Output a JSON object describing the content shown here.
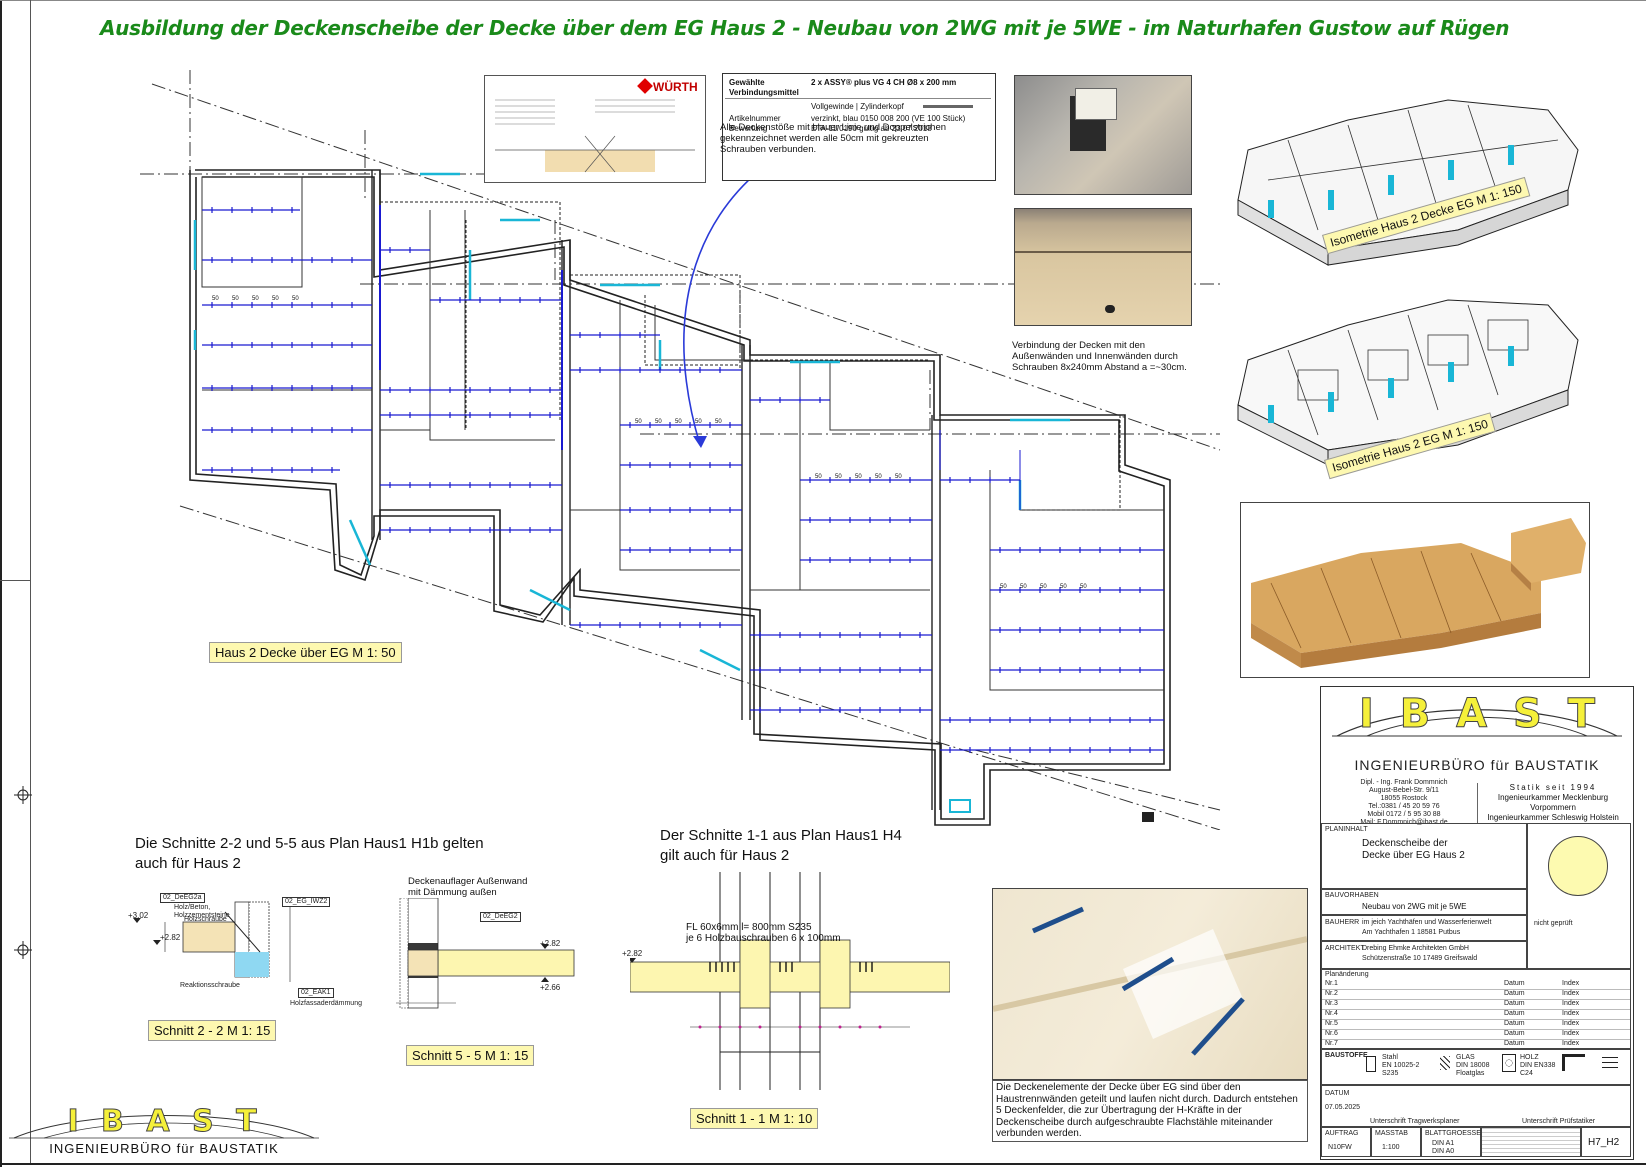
{
  "title": "Ausbildung der Deckenscheibe der Decke über dem EG Haus 2 - Neubau von 2WG mit je 5WE - im Naturhafen Gustow auf Rügen",
  "plan_label": "Haus 2 Decke über EG M 1: 50",
  "dimension_marks": [
    "50",
    "50",
    "50",
    "50",
    "50"
  ],
  "wuerth": {
    "brand": "WÜRTH",
    "callout_header_left": "Gewählte Verbindungsmittel",
    "callout_header_right": "2 x ASSY® plus VG 4 CH Ø8 x 200 mm",
    "callout_row1_left": "",
    "callout_row1_right": "Vollgewinde | Zylinderkopf",
    "callout_row2_left": "Artikelnummer",
    "callout_row2_right": "verzinkt, blau 0150 008 200 (VE 100 Stück)",
    "callout_row3_left": "Bewertung",
    "callout_row3_right": "ETA-11/0190 gültig ab 23.07.2018",
    "note": "Alle Deckenstöße mit blauer Linie und Doppelstrichen gekennzeichnet werden alle 50cm mit gekreuzten Schrauben verbunden."
  },
  "connection_note": "Verbindung der Decken mit den Außenwänden und Innenwänden durch Schrauben 8x240mm Abstand a =~30cm.",
  "iso1_label": "Isometrie Haus 2 Decke EG M 1: 150",
  "iso2_label": "Isometrie Haus 2 EG M 1: 150",
  "sections_note_left": "Die Schnitte 2-2 und 5-5 aus Plan Haus1 H1b gelten auch für Haus 2",
  "sections_note_right": "Der Schnitte 1-1 aus Plan Haus1 H4 gilt auch für Haus 2",
  "s22": {
    "label": "Schnitt 2 - 2  M 1: 15",
    "tag1": "02_DeEG2a",
    "tag2": "02_EG_IWZ2",
    "tag3": "02_EAK1",
    "lev1": "+3.02",
    "lev2": "+2.82",
    "txt1": "Holz/Beton, Holzzementsteine",
    "txt2": "Holzschraube",
    "txt3": "Reaktionsschraube",
    "txt4": "Holzfassaderdämmung"
  },
  "s55": {
    "label": "Schnitt 5 - 5  M 1: 15",
    "caption": "Deckenauflager Außenwand mit Dämmung außen",
    "tag": "02_DeEG2",
    "lev1": "+2.82",
    "lev2": "+2.66"
  },
  "s11": {
    "label": "Schnitt 1 - 1  M 1: 10",
    "note1": "FL 60x6mm l= 800mm S235",
    "note2": "je 6 Holzbauschrauben 6 x 100mm",
    "lev": "+2.82"
  },
  "bottom_note": "Die Deckenelemente der Decke über EG sind über den Haustrennwänden geteilt und laufen nicht durch. Dadurch entstehen 5 Deckenfelder, die zur Übertragung der H-Kräfte in der Deckenscheibe durch aufgeschraubte Flachstähle miteinander verbunden werden.",
  "logo": {
    "letters": "I B A S T",
    "subtitle": "INGENIEURBÜRO für BAUSTATIK"
  },
  "titleblock": {
    "engineer_lines": [
      "Dipl. - Ing. Frank Dommnich",
      "August-Bebel-Str. 9/11",
      "18055 Rostock",
      "Tel.:0381 / 45 20 59 76",
      "Mobil 0172 / 5 95 30 88",
      "Mail: F.Dommnich@ibast.de"
    ],
    "since": "Statik seit 1994",
    "chamber1": "Ingenieurkammer Mecklenburg Vorpommern",
    "chamber2": "Ingenieurkammer Schleswig Holstein",
    "planinhalt_key": "PLANINHALT",
    "planinhalt_1": "Deckenscheibe der",
    "planinhalt_2": "Decke über EG Haus 2",
    "bauvorhaben_key": "BAUVORHABEN",
    "bauvorhaben": "Neubau von 2WG mit je 5WE",
    "bauherr_key": "BAUHERR",
    "bauherr_1": "im jeich Yachthäfen und Wasserferienwelt",
    "bauherr_2": "Am Yachthafen 1   18581   Putbus",
    "architekt_key": "ARCHITEKT",
    "architekt_1": "Drebing Ehmke Architekten GmbH",
    "architekt_2": "Schützenstraße 10        17489   Greifswald",
    "nicht_geprueft": "nicht geprüft",
    "planaenderung_key": "Planänderung",
    "rev_rows": [
      "Nr.1",
      "Nr.2",
      "Nr.3",
      "Nr.4",
      "Nr.5",
      "Nr.6",
      "Nr.7"
    ],
    "rev_datum": "Datum",
    "rev_index": "Index",
    "baustoffe_key": "BAUSTOFFE",
    "stahl": "Stahl",
    "stahl_norm": "EN 10025-2",
    "stahl_grade": "S235",
    "glas": "GLAS",
    "glas_norm": "DIN 18008",
    "glas_grade": "Floatglas",
    "holz": "HOLZ",
    "holz_norm": "DIN EN338",
    "holz_grade": "C24",
    "datum_key": "DATUM",
    "datum": "07.05.2025",
    "sig_left": "Unterschrift Tragwerksplaner",
    "sig_right": "Unterschrift Prüfstatiker",
    "auftrag_key": "AUFTRAG",
    "auftrag": "N10FW",
    "massstab_key": "MASSTAB",
    "massstab": "1:100",
    "blattgroesse_key": "BLATTGROESSE",
    "blatt1": "DIN A1",
    "blatt2": "DIN A0",
    "plan_nr": "H7_H2"
  },
  "colors": {
    "title": "#1a8a1a",
    "screw_lines": "#1a1ad0",
    "label_bg": "#fdf8b0",
    "logo_yellow": "#f5f03a",
    "stamp": "#fdfab0"
  }
}
